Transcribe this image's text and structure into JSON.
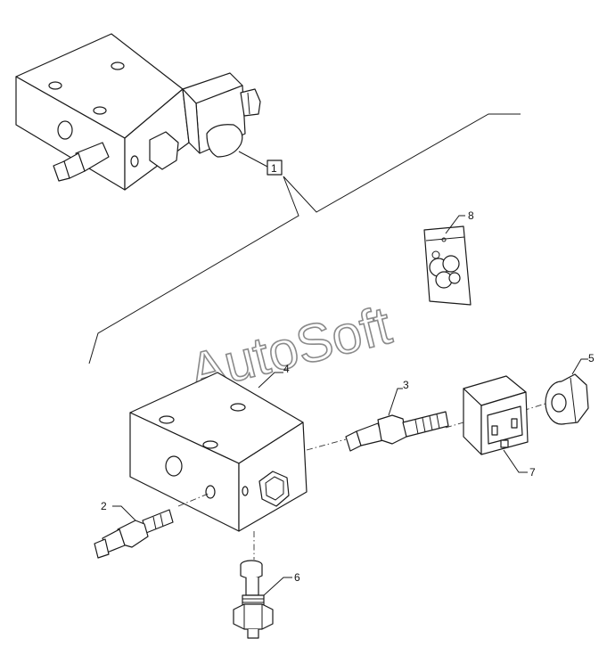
{
  "watermark": "AutoSoft",
  "callouts": {
    "assembly": "1",
    "c2": "2",
    "c3": "3",
    "c4": "4",
    "c5": "5",
    "c6": "6",
    "c7": "7",
    "c8": "8"
  }
}
